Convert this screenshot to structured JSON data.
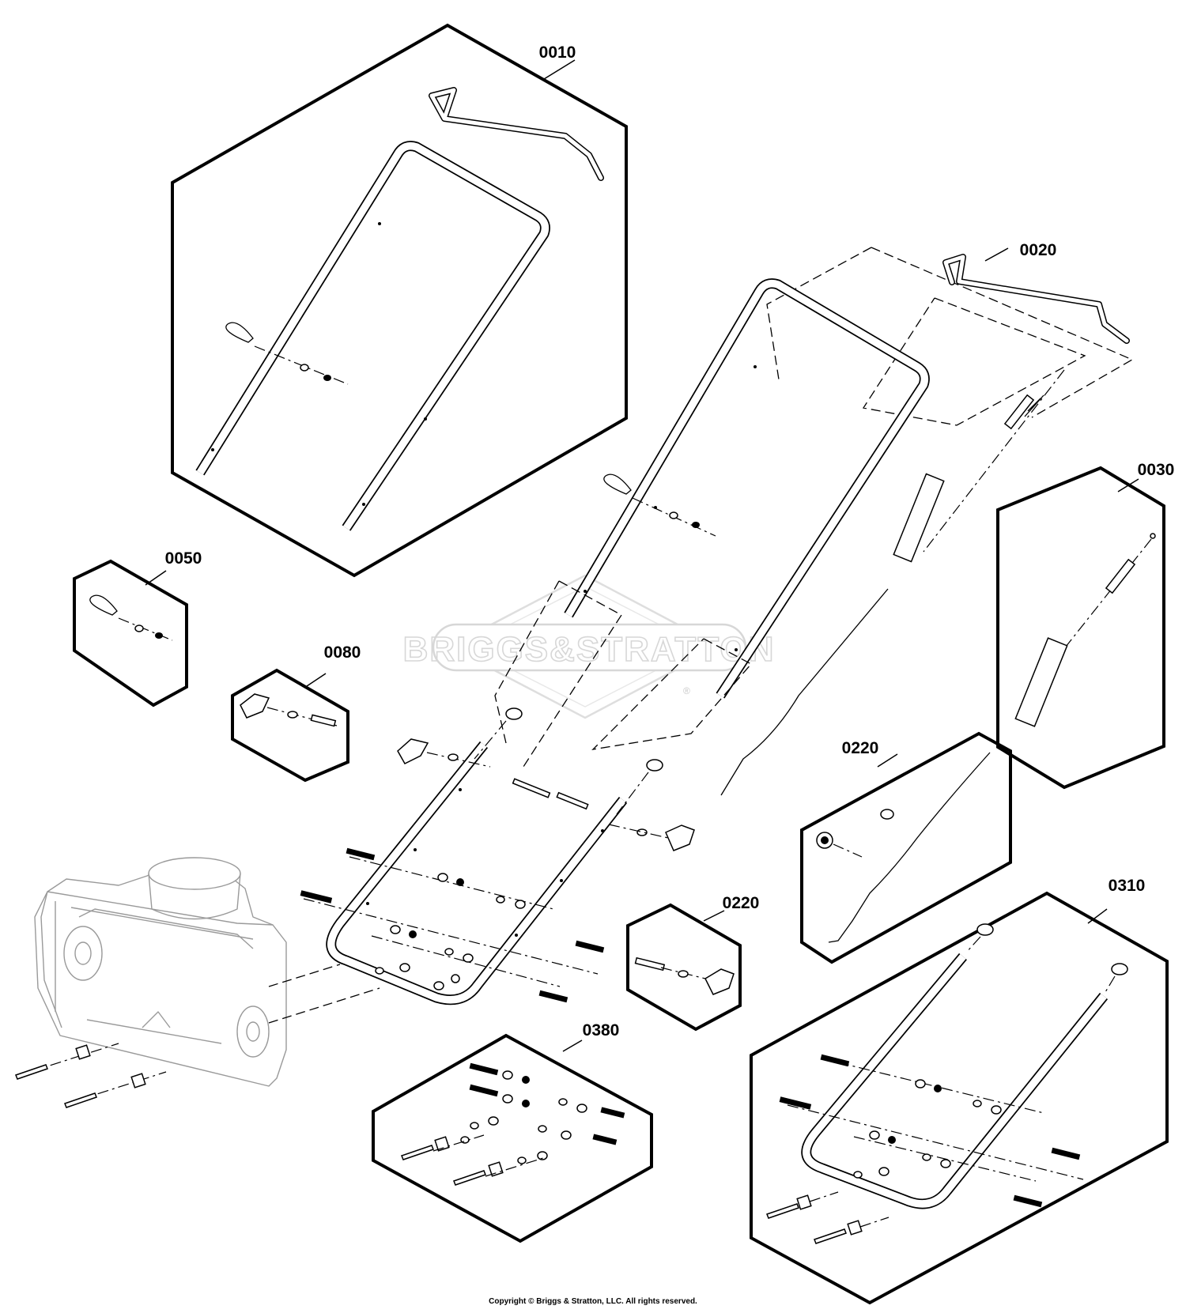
{
  "title": "",
  "watermark": {
    "brand": "BRIGGS&STRATTON",
    "mark": "®"
  },
  "callouts": [
    {
      "id": "c0010",
      "label": "0010"
    },
    {
      "id": "c0020",
      "label": "0020"
    },
    {
      "id": "c0030",
      "label": "0030"
    },
    {
      "id": "c0050",
      "label": "0050"
    },
    {
      "id": "c0080",
      "label": "0080"
    },
    {
      "id": "c0220a",
      "label": "0220"
    },
    {
      "id": "c0220b",
      "label": "0220"
    },
    {
      "id": "c0310",
      "label": "0310"
    },
    {
      "id": "c0380",
      "label": "0380"
    }
  ],
  "footer": {
    "copyright": "Copyright © Briggs & Stratton, LLC. All rights reserved."
  }
}
